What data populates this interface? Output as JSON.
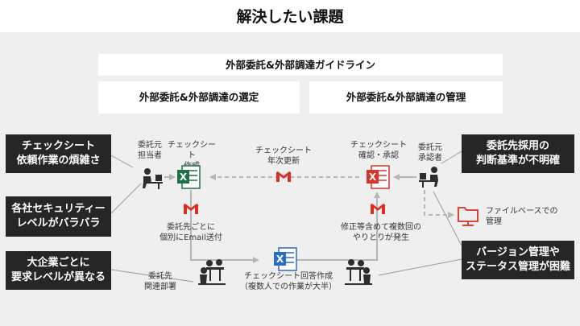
{
  "title": "解決したい課題",
  "header": {
    "guideline": "外部委託&外部調達ガイドライン",
    "selection": "外部委託&外部調達の選定",
    "management": "外部委託&外部調達の管理"
  },
  "issues_left": [
    "チェックシート\n依頼作業の煩雑さ",
    "各社セキュリティー\nレベルがバラバラ",
    "大企業ごとに\n要求レベルが異なる"
  ],
  "issues_right": [
    "委託先採用の\n判断基準が不明確",
    "バージョン管理や\nステータス管理が困難"
  ],
  "labels": {
    "client_owner": "委託元\n担当者",
    "checksheet_create": "チェックシート\n作成",
    "annual_update": "チェックシート\n年次更新",
    "checksheet_confirm": "チェックシート\n確認・承認",
    "client_approver": "委託元\n承認者",
    "file_based": "ファイルベースでの\n管理",
    "per_vendor_email": "委託先ごとに\n個別にEmail送付",
    "corrections": "修正等含めて複数回の\nやりとりが発生",
    "vendor_dept": "委託先\n関連部署",
    "answer_create": "チェックシート回答作成\n（複数人での作業が大半）"
  },
  "icons": {
    "excel": "excel-icon",
    "gmail": "gmail-icon",
    "folder": "folder-icon",
    "person": "person-at-desk-icon",
    "team": "team-at-desk-icon"
  },
  "colors": {
    "dark_box": "#262626",
    "excel_green": "#1e7145",
    "excel_red": "#d9342b",
    "excel_blue": "#2b6cc4",
    "gmail_red": "#d93025",
    "arrow_gray": "#b5b5b5"
  }
}
